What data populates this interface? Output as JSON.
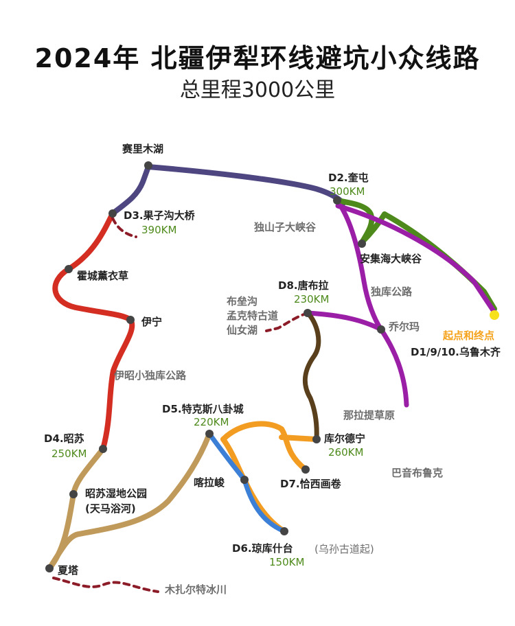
{
  "header": {
    "title": "2024年 北疆伊犁环线避坑小众线路",
    "subtitle": "总里程3000公里"
  },
  "colors": {
    "route_purple_dark": "#4d4680",
    "route_purple": "#9b1fa6",
    "route_green": "#4e8a1b",
    "route_red": "#d42d22",
    "route_tan": "#c09a5a",
    "route_orange": "#f39c22",
    "route_blue": "#3c7fd6",
    "route_brown": "#5a3f1c",
    "dashed_branch": "#8c1c28",
    "node": "#444444",
    "start_end_node": "#f7e01c",
    "km_text": "#4e8a1b",
    "start_end_text": "#f5a21a"
  },
  "labels": {
    "sailimu": "赛里木湖",
    "d2_kuitun": "D2.奎屯",
    "d2_km": "300KM",
    "d3_guozigou": "D3.果子沟大桥",
    "d3_km": "390KM",
    "dushanzi": "独山子大峡谷",
    "anjihai": "安集海大峡谷",
    "huocheng": "霍城薰衣草",
    "yining": "伊宁",
    "d8_tangbula": "D8.唐布拉",
    "d8_km": "230KM",
    "duku": "独库公路",
    "qiaoerma": "乔尔玛",
    "start_end": "起点和终点",
    "urumqi": "D1/9/10.乌鲁木齐",
    "bulengou": "布垒沟",
    "mengke": "孟克特古道",
    "xiannvhu": "仙女湖",
    "yizhao": "伊昭小独库公路",
    "d5_tekesi": "D5.特克斯八卦城",
    "d5_km": "220KM",
    "nalati": "那拉提草原",
    "d4_zhaosu": "D4.昭苏",
    "d4_km": "250KM",
    "kuerdening": "库尔德宁",
    "kuerdening_km": "260KM",
    "bayinbuluke": "巴音布鲁克",
    "kalajun": "喀拉峻",
    "d7_qiaxi": "D7.恰西画卷",
    "zhaosu_wetland": "昭苏湿地公园",
    "tianma": "(天马浴河)",
    "d6_qiongkushitai": "D6.琼库什台",
    "wusun": "(乌孙古道起)",
    "d6_km": "150KM",
    "xiata": "夏塔",
    "muzhaerte": "木扎尔特冰川"
  }
}
